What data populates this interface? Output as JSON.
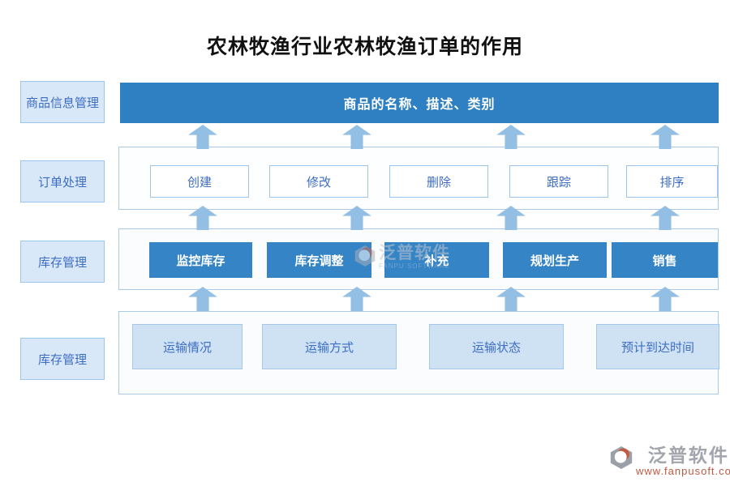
{
  "title": "农林牧渔行业农林牧渔订单的作用",
  "colors": {
    "primary_blue": "#2f80c3",
    "solid_button_blue": "#3584c6",
    "arrow_blue": "#94bfe4",
    "light_fill": "#cfe2f4",
    "side_fill": "#d8e8f8",
    "border_blue": "#9ec6ea",
    "text_blue": "#3d6dc2",
    "logo_gray": "#a2a6ac",
    "logo_red": "#c05a43"
  },
  "layers": [
    {
      "side": "商品信息管理",
      "banner": "商品的名称、描述、类别"
    },
    {
      "side": "订单处理",
      "items": [
        "创建",
        "修改",
        "删除",
        "跟踪",
        "排序"
      ]
    },
    {
      "side": "库存管理",
      "items": [
        "监控库存",
        "库存调整",
        "补充",
        "规划生产",
        "销售"
      ]
    },
    {
      "side": "库存管理",
      "items": [
        "运输情况",
        "运输方式",
        "运输状态",
        "预计到达时间"
      ]
    }
  ],
  "watermark": {
    "brand": "泛普软件",
    "subtitle": "FANPU SOFTWARE"
  },
  "logo": {
    "brand": "泛普软件",
    "url": "www.fanpusoft.com"
  }
}
